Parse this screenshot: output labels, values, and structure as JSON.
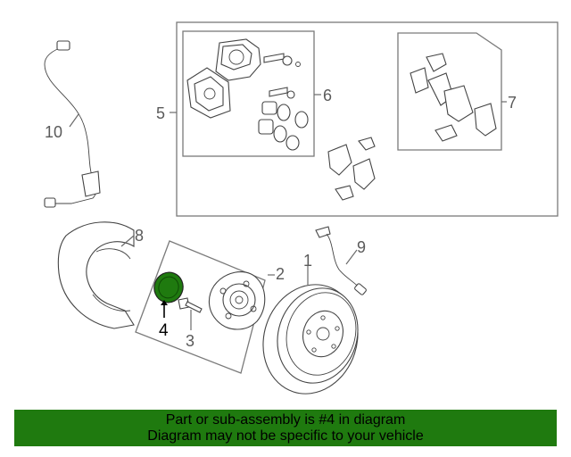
{
  "callouts": {
    "c1": "1",
    "c2": "2",
    "c3": "3",
    "c4": "4",
    "c5": "5",
    "c6": "6",
    "c7": "7",
    "c8": "8",
    "c9": "9",
    "c10": "10"
  },
  "colors": {
    "footer_bg": "#1f7a0f",
    "highlight_part": "#1f7a0f"
  },
  "footer": {
    "line1": "Part or sub-assembly is #4 in diagram",
    "line2": "Diagram may not be specific to your vehicle"
  }
}
